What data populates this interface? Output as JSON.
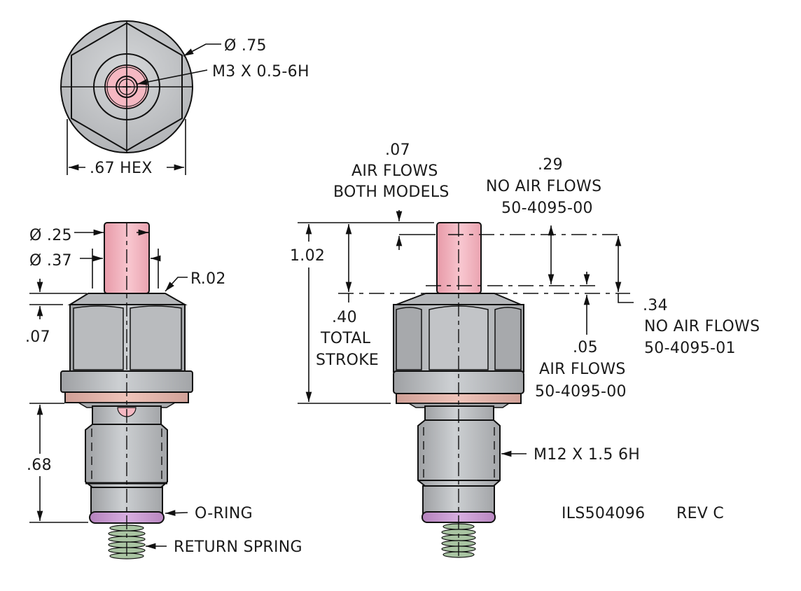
{
  "drawing": {
    "part_number": "ILS504096",
    "revision": "REV C",
    "colors": {
      "steel": "#c3c5c8",
      "steel_dark": "#9fa1a4",
      "plunger_pink": "#f5b8c2",
      "washer_copper": "#e3b7ad",
      "oring_purple": "#c99bd1",
      "spring_green": "#a9c4a2",
      "line": "#111111"
    }
  },
  "top_view": {
    "diameter_label": "Ø .75",
    "thread_label": "M3 X 0.5-6H",
    "hex_label": ".67 HEX"
  },
  "side_view_left": {
    "plunger_dia_label": "Ø .25",
    "collar_dia_label": "Ø .37",
    "radius_label": "R.02",
    "chamfer_label": ".07",
    "thread_length_label": ".68",
    "oring_label": "O-RING",
    "spring_label": "RETURN SPRING"
  },
  "side_view_right": {
    "overall_label": "1.02",
    "air_flows_both": {
      "value": ".07",
      "line1": "AIR FLOWS",
      "line2": "BOTH MODELS"
    },
    "no_air_00": {
      "value": ".29",
      "line1": "NO AIR FLOWS",
      "line2": "50-4095-00"
    },
    "total_stroke": {
      "value": ".40",
      "line1": "TOTAL",
      "line2": "STROKE"
    },
    "no_air_01": {
      "value": ".34",
      "line1": "NO AIR FLOWS",
      "line2": "50-4095-01"
    },
    "air_flows_00": {
      "value": ".05",
      "line1": "AIR FLOWS",
      "line2": "50-4095-00"
    },
    "thread_label": "M12 X 1.5 6H"
  }
}
